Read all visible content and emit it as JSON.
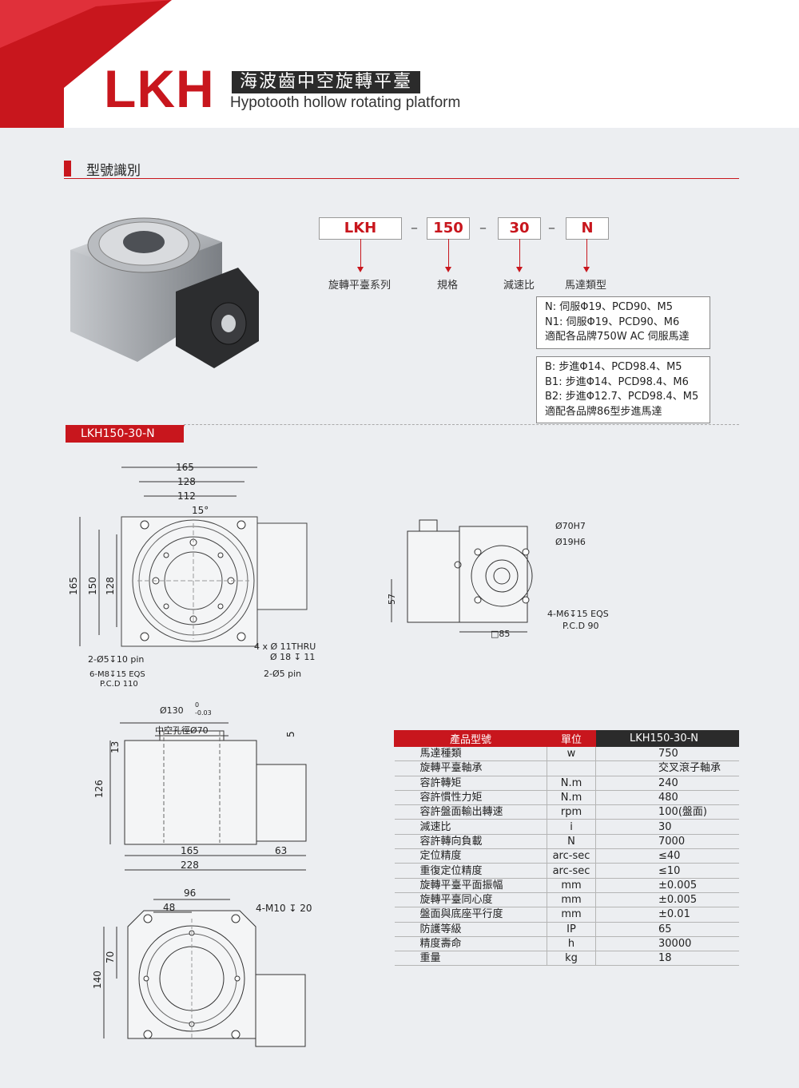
{
  "header": {
    "brand": "LKH",
    "title_cn": "海波齒中空旋轉平臺",
    "title_en": "Hypotooth hollow rotating platform"
  },
  "section": {
    "title": "型號識別"
  },
  "model_code": [
    {
      "code": "LKH",
      "label": "旋轉平臺系列"
    },
    {
      "code": "150",
      "label": "規格"
    },
    {
      "code": "30",
      "label": "減速比"
    },
    {
      "code": "N",
      "label": "馬達類型"
    }
  ],
  "motor_notes": {
    "servo": [
      "N: 伺服Φ19、PCD90、M5",
      "N1: 伺服Φ19、PCD90、M6",
      "適配各品牌750W AC 伺服馬達"
    ],
    "stepper": [
      "B: 步進Φ14、PCD98.4、M5",
      "B1: 步進Φ14、PCD98.4、M6",
      "B2: 步進Φ12.7、PCD98.4、M5",
      "適配各品牌86型步進馬達"
    ]
  },
  "model_tag": "LKH150-30-N",
  "drawing_top": {
    "dims": [
      "165",
      "128",
      "112",
      "15°",
      "165",
      "150",
      "128"
    ],
    "callouts": [
      "4 x Ø 11THRU",
      "Ø 18 ↧ 11",
      "2-Ø5↧10 pin",
      "6-M8↧15 EQS",
      "P.C.D 110",
      "2-Ø5 pin"
    ]
  },
  "drawing_side": {
    "dims": [
      "Ø70H7",
      "Ø19H6",
      "4-M6↧15 EQS",
      "P.C.D 90",
      "57",
      "□85"
    ]
  },
  "drawing_front": {
    "dims": [
      "Ø130 ",
      "0",
      "-0.03",
      "中空孔徑Ø70",
      "5",
      "13",
      "126",
      "165",
      "63",
      "228"
    ]
  },
  "drawing_bottom": {
    "dims": [
      "96",
      "48",
      "4-M10 ↧ 20",
      "70",
      "140"
    ]
  },
  "spec_table": {
    "headers": [
      "產品型號",
      "單位",
      "LKH150-30-N"
    ],
    "rows": [
      [
        "馬達種類",
        "w",
        "750"
      ],
      [
        "旋轉平臺軸承",
        "",
        "交叉滾子軸承"
      ],
      [
        "容許轉矩",
        "N.m",
        "240"
      ],
      [
        "容許慣性力矩",
        "N.m",
        "480"
      ],
      [
        "容許盤面輸出轉速",
        "rpm",
        "100(盤面)"
      ],
      [
        "減速比",
        "i",
        "30"
      ],
      [
        "容許轉向負載",
        "N",
        "7000"
      ],
      [
        "定位精度",
        "arc-sec",
        "≤40"
      ],
      [
        "重復定位精度",
        "arc-sec",
        "≤10"
      ],
      [
        "旋轉平臺平面振幅",
        "mm",
        "±0.005"
      ],
      [
        "旋轉平臺同心度",
        "mm",
        "±0.005"
      ],
      [
        "盤面與底座平行度",
        "mm",
        "±0.01"
      ],
      [
        "防護等級",
        "IP",
        "65"
      ],
      [
        "精度壽命",
        "h",
        "30000"
      ],
      [
        "重量",
        "kg",
        "18"
      ]
    ]
  },
  "colors": {
    "accent": "#c8161d",
    "dark": "#2b2b2b"
  }
}
